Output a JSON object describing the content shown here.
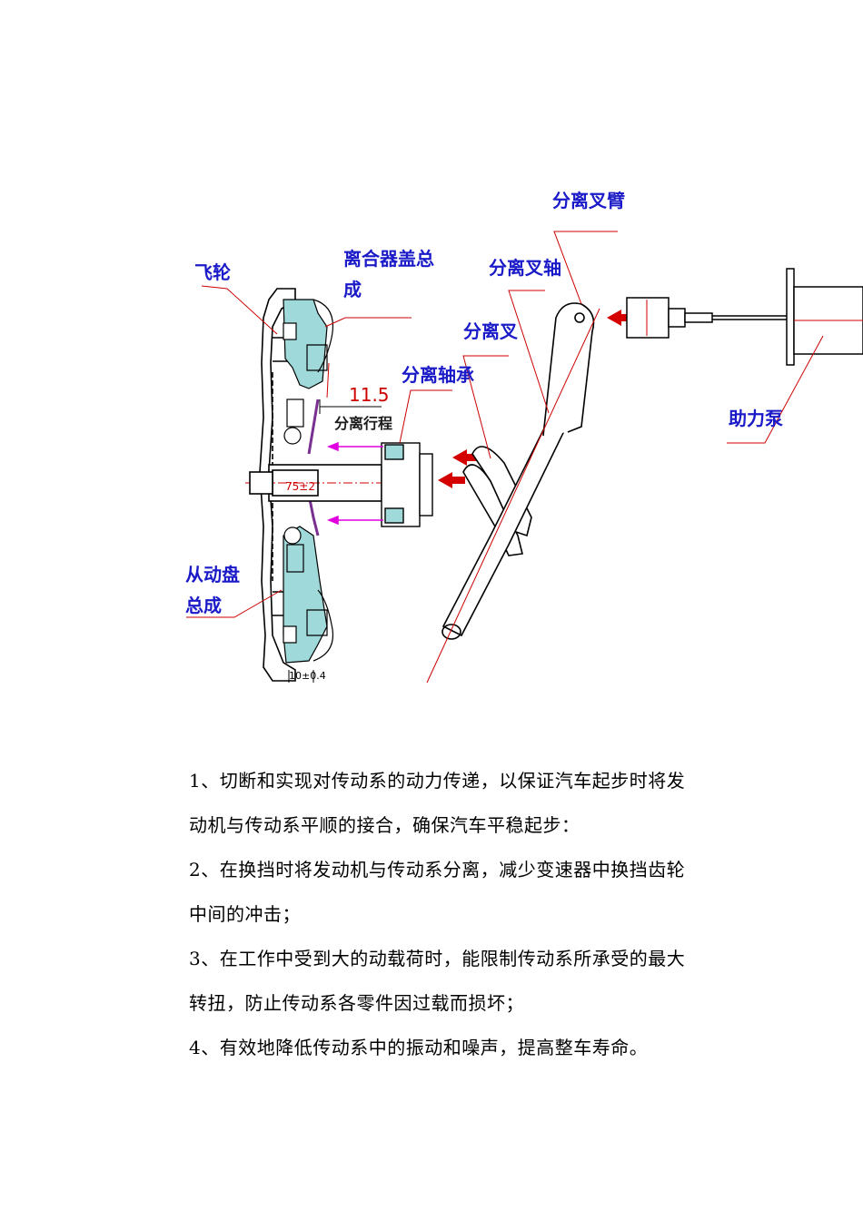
{
  "diagram": {
    "labels": {
      "flywheel": "飞轮",
      "clutch_cover_line1": "离合器盖总",
      "clutch_cover_line2": "成",
      "release_fork_arm": "分离叉臂",
      "release_fork_shaft": "分离叉轴",
      "release_fork": "分离叉",
      "release_bearing": "分离轴承",
      "release_travel": "分离行程",
      "driven_disc_line1": "从动盘",
      "driven_disc_line2": "总成",
      "booster_pump": "助力泵"
    },
    "dimensions": {
      "travel_value": "11.5",
      "center_value": "75±2",
      "bottom_value": "10±0.4"
    }
  },
  "items": [
    "1、切断和实现对传动系的动力传递，以保证汽车起步时将发",
    "动机与传动系平顺的接合，确保汽车平稳起步：",
    "2、在换挡时将发动机与传动系分离，减少变速器中换挡齿轮",
    "中间的冲击；",
    "3、在工作中受到大的动载荷时，能限制传动系所承受的最大",
    "转扭，防止传动系各零件因过载而损坏；",
    "4、有效地降低传动系中的振动和噪声，提高整车寿命。"
  ],
  "colors": {
    "label_blue": "#1a1ac8",
    "leader_red": "#cc0000",
    "part_cyan": "#9fd9d9",
    "arrow_red": "#d40000",
    "magenta": "#e000e0"
  }
}
